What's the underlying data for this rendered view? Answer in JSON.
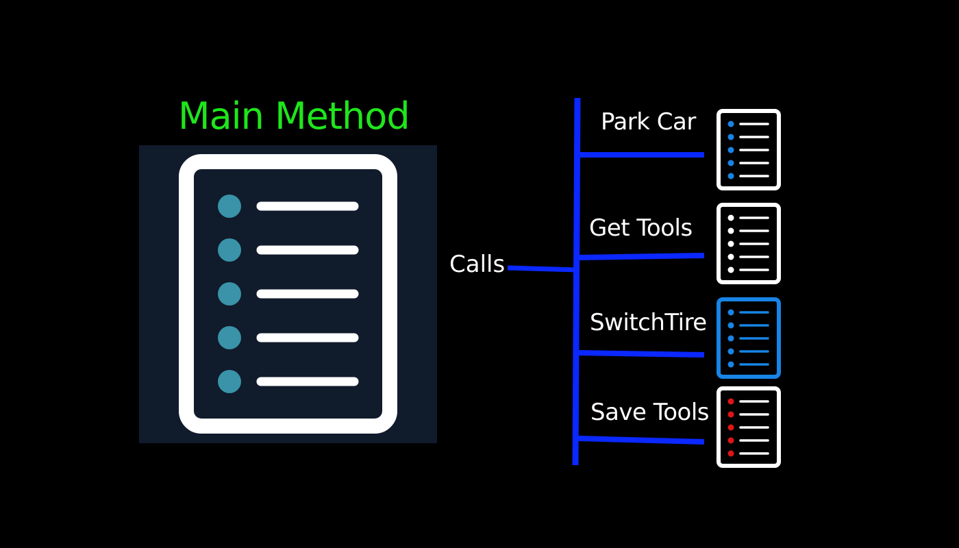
{
  "main": {
    "title": "Main Method",
    "title_color": "#1fe61c",
    "panel_color": "#101b2b",
    "dot_color": "#3a93a8",
    "icon": "document-list-icon"
  },
  "connector": {
    "label": "Calls",
    "line_color": "#0a28ff"
  },
  "methods": [
    {
      "label": "Park Car",
      "dot_color": "#1784e6",
      "line_color": "#ffffff",
      "border_color": "#ffffff",
      "bg_color": "#000000"
    },
    {
      "label": "Get Tools",
      "dot_color": "#ffffff",
      "line_color": "#ffffff",
      "border_color": "#ffffff",
      "bg_color": "#000000"
    },
    {
      "label": "SwitchTire",
      "dot_color": "#1784e6",
      "line_color": "#1784e6",
      "border_color": "#1784e6",
      "bg_color": "#000000"
    },
    {
      "label": "Save Tools",
      "dot_color": "#e01515",
      "line_color": "#ffffff",
      "border_color": "#ffffff",
      "bg_color": "#000000"
    }
  ]
}
